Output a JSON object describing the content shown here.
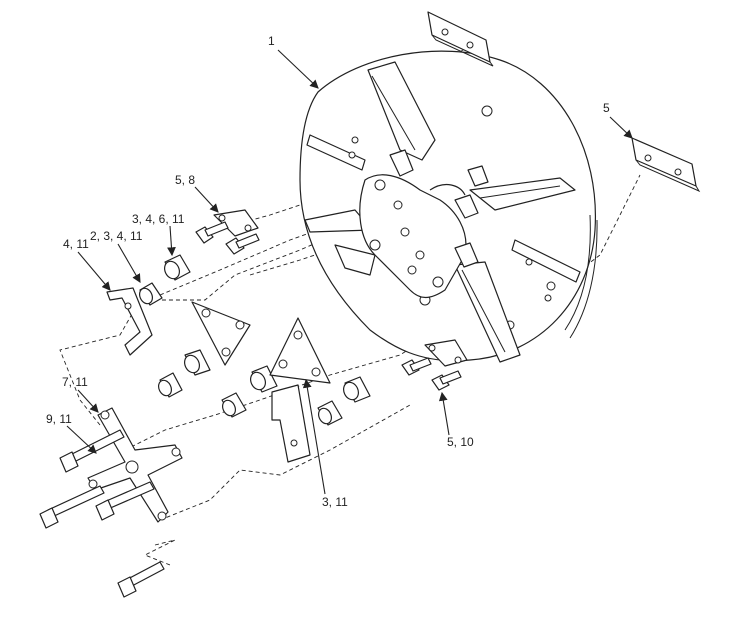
{
  "callouts": {
    "c1": "1",
    "c5_top": "5",
    "c5_8": "5, 8",
    "c3_4_6_11": "3, 4, 6, 11",
    "c2_3_4_11": "2, 3, 4, 11",
    "c4_11": "4, 11",
    "c7_11": "7, 11",
    "c9_11": "9, 11",
    "c5_10": "5, 10",
    "c3_11": "3, 11"
  }
}
